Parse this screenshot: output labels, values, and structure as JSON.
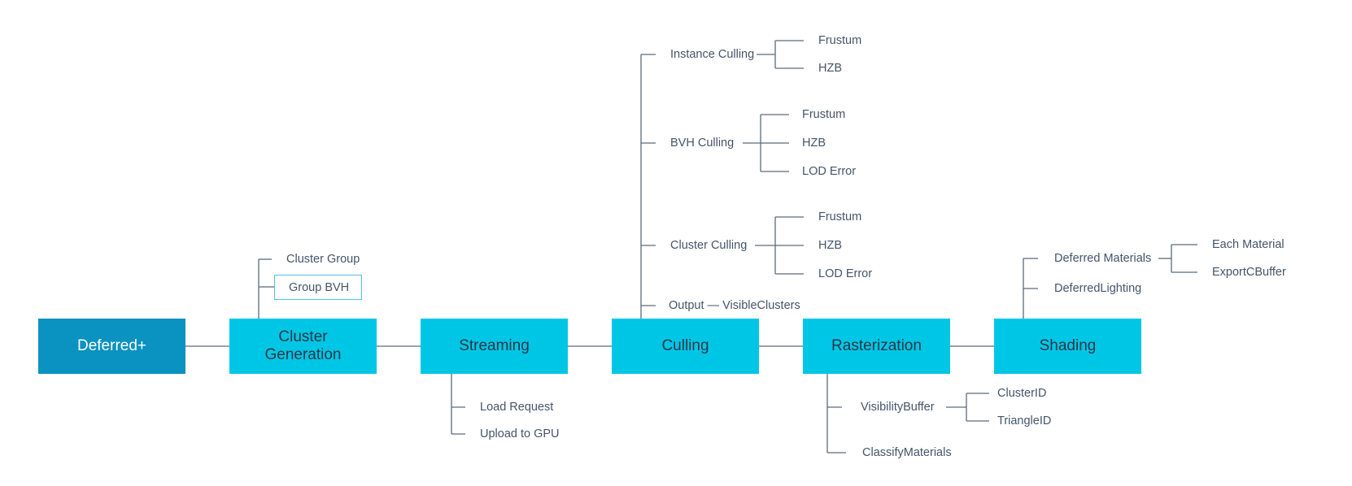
{
  "pipeline": [
    {
      "id": "deferred-plus",
      "label": "Deferred+",
      "variant": "primary"
    },
    {
      "id": "cluster-generation",
      "label": "Cluster Generation",
      "children": [
        {
          "label": "Cluster Group"
        },
        {
          "label": "Group BVH",
          "highlighted": true
        }
      ]
    },
    {
      "id": "streaming",
      "label": "Streaming",
      "children": [
        {
          "label": "Load Request"
        },
        {
          "label": "Upload to GPU"
        }
      ]
    },
    {
      "id": "culling",
      "label": "Culling",
      "children": [
        {
          "label": "Instance Culling",
          "children": [
            {
              "label": "Frustum"
            },
            {
              "label": "HZB"
            }
          ]
        },
        {
          "label": "BVH Culling",
          "children": [
            {
              "label": "Frustum"
            },
            {
              "label": "HZB"
            },
            {
              "label": "LOD Error"
            }
          ]
        },
        {
          "label": "Cluster Culling",
          "children": [
            {
              "label": "Frustum"
            },
            {
              "label": "HZB"
            },
            {
              "label": "LOD Error"
            }
          ]
        },
        {
          "label": "Output — VisibleClusters"
        }
      ]
    },
    {
      "id": "rasterization",
      "label": "Rasterization",
      "children": [
        {
          "label": "VisibilityBuffer",
          "children": [
            {
              "label": "ClusterID"
            },
            {
              "label": "TriangleID"
            }
          ]
        },
        {
          "label": "ClassifyMaterials"
        }
      ]
    },
    {
      "id": "shading",
      "label": "Shading",
      "children": [
        {
          "label": "Deferred Materials",
          "children": [
            {
              "label": "Each Material"
            },
            {
              "label": "ExportCBuffer"
            }
          ]
        },
        {
          "label": "DeferredLighting"
        }
      ]
    }
  ],
  "colors": {
    "primary_node": "#0a92c0",
    "primary_node_text": "#ffffff",
    "stage_node": "#00c6e6",
    "node_text": "#253746",
    "label_text": "#44546a",
    "connector": "#5b6b7a",
    "highlight_border": "#4fc3ea",
    "background": "#ffffff"
  }
}
